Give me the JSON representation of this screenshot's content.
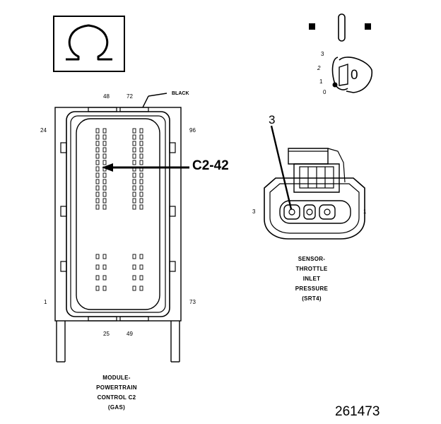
{
  "legend": {
    "symbol_icon": "ohm-icon",
    "key_positions": [
      "3",
      "2",
      "1",
      "0"
    ],
    "key_face": "0"
  },
  "pcm_connector": {
    "color_label": "BLACK",
    "pin_labels": {
      "top_left": "48",
      "top_right": "72",
      "side_left_top": "24",
      "side_right_top": "96",
      "side_left_bottom": "1",
      "side_right_bottom": "73",
      "bottom_left": "25",
      "bottom_right": "49"
    },
    "callout": "C2-42",
    "caption": [
      "MODULE-",
      "POWERTRAIN",
      "CONTROL C2",
      "(GAS)"
    ]
  },
  "sensor_connector": {
    "callout": "3",
    "side_left": "3",
    "side_right": "1",
    "caption": [
      "SENSOR-",
      "THROTTLE",
      "INLET",
      "PRESSURE",
      "(SRT4)"
    ]
  },
  "figure_number": "261473"
}
